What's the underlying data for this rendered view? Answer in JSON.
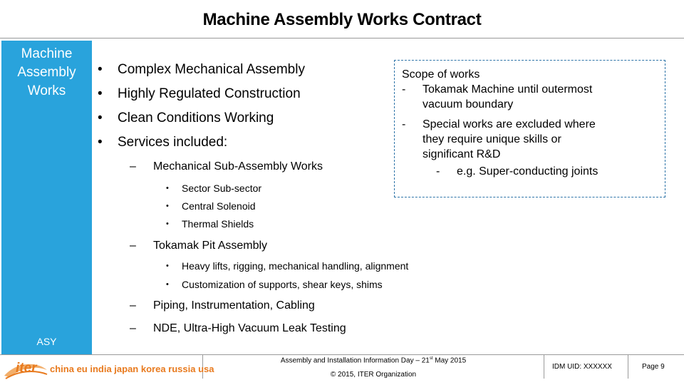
{
  "title": "Machine Assembly Works Contract",
  "sidebar": {
    "title_lines": [
      "Machine",
      "Assembly",
      "Works"
    ],
    "code": "ASY",
    "color": "#29a3dc"
  },
  "bullets": [
    {
      "level": 1,
      "marker": "•",
      "text": "Complex Mechanical Assembly"
    },
    {
      "level": 1,
      "marker": "•",
      "text": "Highly Regulated Construction"
    },
    {
      "level": 1,
      "marker": "•",
      "text": "Clean Conditions Working"
    },
    {
      "level": 1,
      "marker": "•",
      "text": "Services included:"
    },
    {
      "level": 2,
      "marker": "–",
      "text": "Mechanical Sub-Assembly Works"
    },
    {
      "level": 3,
      "marker": "•",
      "text": "Sector Sub-sector"
    },
    {
      "level": 3,
      "marker": "•",
      "text": "Central Solenoid"
    },
    {
      "level": 3,
      "marker": "•",
      "text": "Thermal Shields"
    },
    {
      "level": 2,
      "marker": "–",
      "text": "Tokamak Pit Assembly"
    },
    {
      "level": 3,
      "marker": "•",
      "text": "Heavy lifts, rigging, mechanical handling, alignment"
    },
    {
      "level": 3,
      "marker": "•",
      "text": "Customization of supports, shear keys, shims"
    },
    {
      "level": 2,
      "marker": "–",
      "text": "Piping, Instrumentation, Cabling"
    },
    {
      "level": 2,
      "marker": "–",
      "text": "NDE, Ultra-High Vacuum Leak Testing"
    }
  ],
  "scope": {
    "heading": "Scope of works",
    "items": [
      {
        "marker": "-",
        "lines": [
          "Tokamak Machine until outermost",
          "vacuum boundary"
        ]
      },
      {
        "marker": "-",
        "lines": [
          "Special works are excluded where",
          "they require unique skills or",
          "significant R&D"
        ]
      }
    ],
    "sub_item": {
      "marker": "-",
      "text": "e.g. Super-conducting joints"
    }
  },
  "footer": {
    "event_line_main": "Assembly and Installation Information Day – 21",
    "event_line_sup": "st",
    "event_line_end": " May 2015",
    "copyright": "© 2015, ITER Organization",
    "idm": "IDM UID: XXXXXX",
    "page": "Page 9",
    "logo_word": "iter",
    "logo_members": "china eu india japan korea russia usa",
    "logo_color": "#e87a1e"
  }
}
